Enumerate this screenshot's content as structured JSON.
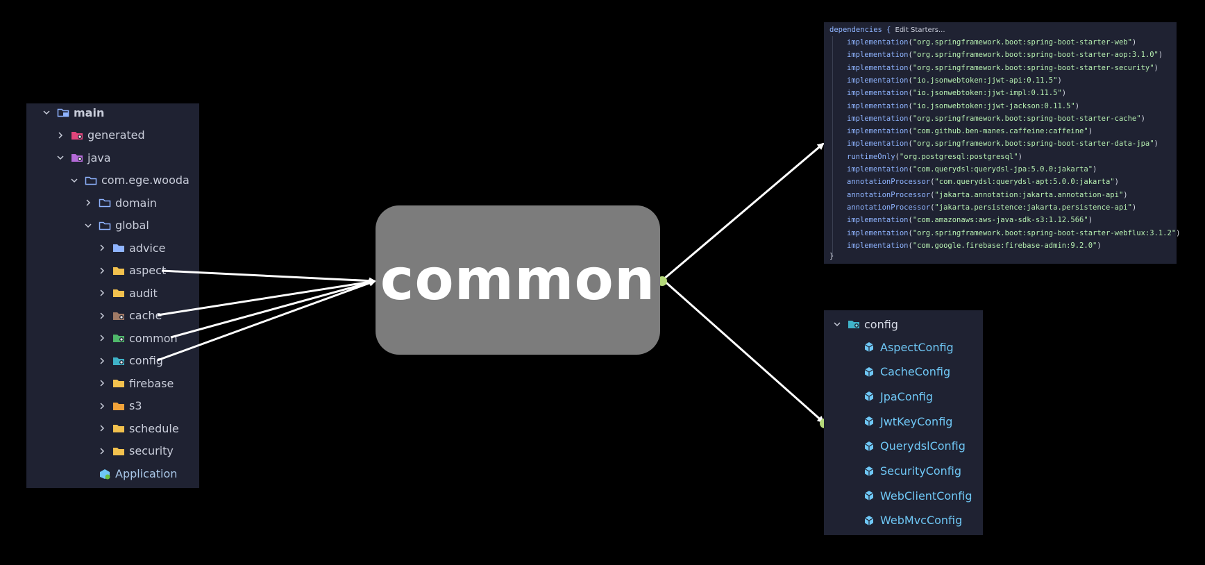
{
  "tree": {
    "items": [
      {
        "label": "main",
        "chevron": "down",
        "icon": "module-folder-icon",
        "color": "#8fb4ff"
      },
      {
        "label": "generated",
        "chevron": "right",
        "icon": "generated-folder-icon",
        "color": "#e0457b"
      },
      {
        "label": "java",
        "chevron": "down",
        "icon": "source-folder-icon",
        "color": "#b46ad8"
      },
      {
        "label": "com.ege.wooda",
        "chevron": "down",
        "icon": "package-folder-icon",
        "color": "#8fb4ff"
      },
      {
        "label": "domain",
        "chevron": "right",
        "icon": "package-folder-icon",
        "color": "#8fb4ff"
      },
      {
        "label": "global",
        "chevron": "down",
        "icon": "package-folder-icon",
        "color": "#8fb4ff"
      },
      {
        "label": "advice",
        "chevron": "right",
        "icon": "folder-icon",
        "color": "#8fb4ff"
      },
      {
        "label": "aspect",
        "chevron": "right",
        "icon": "folder-icon",
        "color": "#f2c14e"
      },
      {
        "label": "audit",
        "chevron": "right",
        "icon": "folder-icon",
        "color": "#f2c14e"
      },
      {
        "label": "cache",
        "chevron": "right",
        "icon": "cache-folder-icon",
        "color": "#a07a66"
      },
      {
        "label": "common",
        "chevron": "right",
        "icon": "common-folder-icon",
        "color": "#4fb86a"
      },
      {
        "label": "config",
        "chevron": "right",
        "icon": "config-folder-icon",
        "color": "#3fb2c8"
      },
      {
        "label": "firebase",
        "chevron": "right",
        "icon": "folder-icon",
        "color": "#f2c14e"
      },
      {
        "label": "s3",
        "chevron": "right",
        "icon": "folder-icon",
        "color": "#f2a33a"
      },
      {
        "label": "schedule",
        "chevron": "right",
        "icon": "folder-icon",
        "color": "#f2c14e"
      },
      {
        "label": "security",
        "chevron": "right",
        "icon": "folder-icon",
        "color": "#f2c14e"
      },
      {
        "label": "Application",
        "chevron": "none",
        "icon": "spring-class-icon",
        "color": "#6fc7f5"
      }
    ]
  },
  "center": {
    "label": "common"
  },
  "dependencies": {
    "header": "dependencies {",
    "edit_hint": "Edit Starters...",
    "footer": "}",
    "lines": [
      {
        "fn": "implementation",
        "arg": "\"org.springframework.boot:spring-boot-starter-web\""
      },
      {
        "fn": "implementation",
        "arg": "\"org.springframework.boot:spring-boot-starter-aop:3.1.0\""
      },
      {
        "fn": "implementation",
        "arg": "\"org.springframework.boot:spring-boot-starter-security\""
      },
      {
        "fn": "implementation",
        "arg": "\"io.jsonwebtoken:jjwt-api:0.11.5\""
      },
      {
        "fn": "implementation",
        "arg": "\"io.jsonwebtoken:jjwt-impl:0.11.5\""
      },
      {
        "fn": "implementation",
        "arg": "\"io.jsonwebtoken:jjwt-jackson:0.11.5\""
      },
      {
        "fn": "implementation",
        "arg": "\"org.springframework.boot:spring-boot-starter-cache\""
      },
      {
        "fn": "implementation",
        "arg": "\"com.github.ben-manes.caffeine:caffeine\""
      },
      {
        "fn": "implementation",
        "arg": "\"org.springframework.boot:spring-boot-starter-data-jpa\""
      },
      {
        "fn": "runtimeOnly",
        "arg": "\"org.postgresql:postgresql\""
      },
      {
        "fn": "implementation",
        "arg": "\"com.querydsl:querydsl-jpa:5.0.0:jakarta\""
      },
      {
        "fn": "annotationProcessor",
        "arg": "\"com.querydsl:querydsl-apt:5.0.0:jakarta\""
      },
      {
        "fn": "annotationProcessor",
        "arg": "\"jakarta.annotation:jakarta.annotation-api\""
      },
      {
        "fn": "annotationProcessor",
        "arg": "\"jakarta.persistence:jakarta.persistence-api\""
      },
      {
        "fn": "implementation",
        "arg": "\"com.amazonaws:aws-java-sdk-s3:1.12.566\""
      },
      {
        "fn": "implementation",
        "arg": "\"org.springframework.boot:spring-boot-starter-webflux:3.1.2\""
      },
      {
        "fn": "implementation",
        "arg": "\"com.google.firebase:firebase-admin:9.2.0\""
      }
    ]
  },
  "config_panel": {
    "folder_label": "config",
    "folder_icon": "config-folder-icon",
    "item_icon": "class-cube-icon",
    "items": [
      "AspectConfig",
      "CacheConfig",
      "JpaConfig",
      "JwtKeyConfig",
      "QuerydslConfig",
      "SecurityConfig",
      "WebClientConfig",
      "WebMvcConfig"
    ]
  },
  "colors": {
    "panel_bg": "#1f2232",
    "center_bg": "#7c7c7c",
    "arrow": "#ffffff",
    "endpoint": "#b5d97a"
  }
}
